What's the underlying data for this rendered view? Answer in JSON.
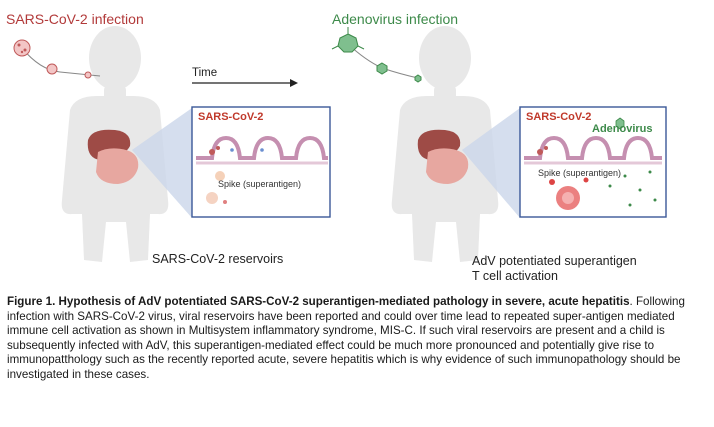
{
  "left_panel": {
    "infection_title": "SARS-CoV-2 infection",
    "inset_label": "SARS-CoV-2",
    "spike_label": "Spike (superantigen)",
    "bottom_label": "SARS-CoV-2 reservoirs"
  },
  "time_label": "Time",
  "right_panel": {
    "infection_title": "Adenovirus infection",
    "inset_label_sars": "SARS-CoV-2",
    "inset_label_adv": "Adenovirus",
    "spike_label": "Spike (superantigen)",
    "bottom_label_line1": "AdV potentiated superantigen",
    "bottom_label_line2": "T cell activation"
  },
  "caption": {
    "bold": "Figure 1. Hypothesis of AdV potentiated SARS-CoV-2 superantigen-mediated pathology in severe, acute hepatitis",
    "body": ". Following infection with SARS-CoV-2 virus, viral reservoirs have been reported and could over time lead to repeated super-antigen mediated immune cell activation as shown in Multisystem inflammatory syndrome, MIS-C. If such  viral reservoirs are present and a child is subsequently infected with AdV, this superantigen-mediated effect could be much more pronounced and potentially give rise to immunopatthology such as the recently reported acute, severe hepatitis which is why evidence of such immunopathology should be investigated in these cases."
  },
  "colors": {
    "sars_red": "#b23a3a",
    "adeno_green": "#3d8a4a",
    "inset_border": "#3b5998",
    "silhouette": "#e6e6e6"
  }
}
